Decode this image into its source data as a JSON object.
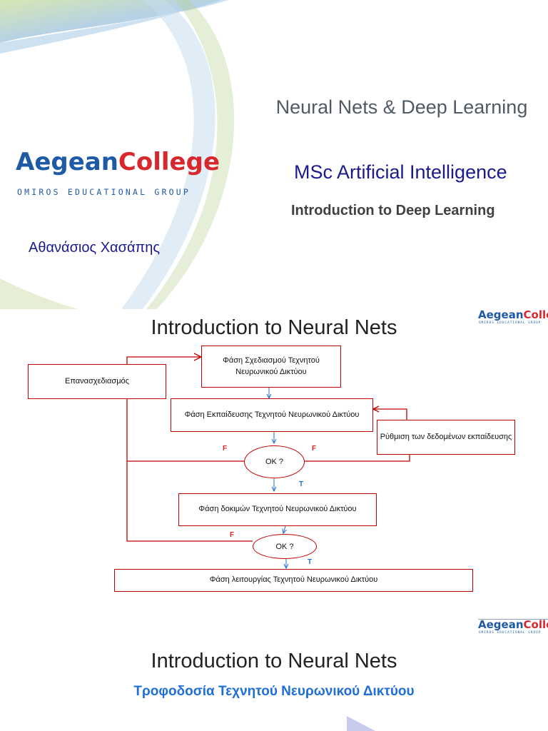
{
  "slide1": {
    "title": "Neural Nets & Deep Learning",
    "program": "MSc Artificial Intelligence",
    "subtitle": "Introduction to Deep Learning",
    "author": "Αθανάσιος Χασάπης",
    "logo": {
      "part1": "Aegean",
      "part2": "College",
      "sub": "OMIROS EDUCATIONAL GROUP"
    }
  },
  "slide2": {
    "title": "Introduction to Neural Nets",
    "logo": {
      "part1": "Aegean",
      "part2": "College",
      "sub": "OMIROS EDUCATIONAL GROUP"
    },
    "flow": {
      "redesign": "Επανασχεδιασμός",
      "design_phase": "Φάση Σχεδιασμού Τεχνητού Νευρωνικού Δικτύου",
      "training_phase": "Φάση Εκπαίδευσης Τεχνητού Νευρωνικού Δικτύου",
      "adjust_data": "Ρύθμιση των δεδομένων εκπαίδευσης",
      "ok1": "OK ?",
      "testing_phase": "Φάση δοκιμών Τεχνητού Νευρωνικού Δικτύου",
      "ok2": "OK ?",
      "operation_phase": "Φάση λειτουργίας Τεχνητού Νευρωνικού Δικτύου",
      "false_label": "F",
      "true_label": "T"
    }
  },
  "slide3": {
    "title": "Introduction to Neural Nets",
    "subtitle": "Τροφοδοσία Τεχνητού Νευρωνικού Δικτύου",
    "logo": {
      "part1": "Aegean",
      "part2": "College",
      "sub": "OMIROS EDUCATIONAL GROUP"
    }
  },
  "colors": {
    "brand_blue": "#1f5aa6",
    "brand_red": "#d9272e",
    "flow_border": "#c00000",
    "navy_text": "#1a1a8c",
    "accent_blue": "#1f6fd6"
  }
}
